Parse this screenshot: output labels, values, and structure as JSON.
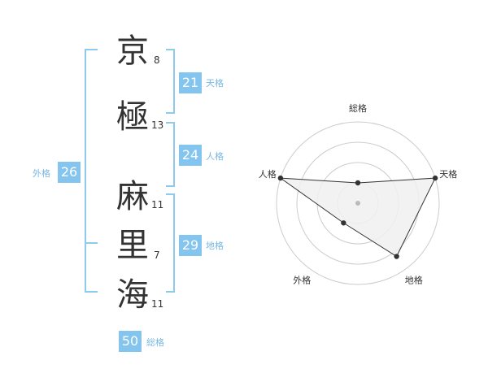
{
  "characters": [
    {
      "char": "京",
      "strokes": "8"
    },
    {
      "char": "極",
      "strokes": "13"
    },
    {
      "char": "麻",
      "strokes": "11"
    },
    {
      "char": "里",
      "strokes": "7"
    },
    {
      "char": "海",
      "strokes": "11"
    }
  ],
  "tenkaku": {
    "value": "21",
    "label": "天格"
  },
  "jinkaku": {
    "value": "24",
    "label": "人格"
  },
  "chikaku": {
    "value": "29",
    "label": "地格"
  },
  "gaikaku": {
    "value": "26",
    "label": "外格"
  },
  "soukaku": {
    "value": "50",
    "label": "総格"
  },
  "radar": {
    "axes": [
      "総格",
      "天格",
      "地格",
      "外格",
      "人格"
    ],
    "levels": 4,
    "values": [
      0.25,
      1.0,
      0.81,
      0.3,
      1.0
    ],
    "colors": {
      "grid": "#cccccc",
      "fill": "#f0f0f0",
      "line": "#333333",
      "point": "#333333",
      "center": "#bbbbbb"
    }
  }
}
